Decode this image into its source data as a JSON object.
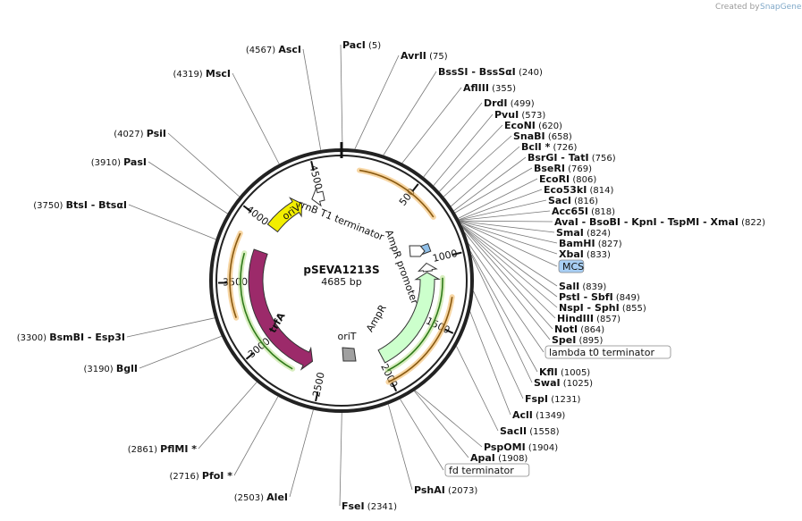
{
  "credit": {
    "text": "Created by",
    "brand": "SnapGene"
  },
  "plasmid": {
    "name": "pSEVA1213S",
    "length_label": "4685 bp",
    "length_bp": 4685
  },
  "ticks": [
    "500",
    "1000",
    "1500",
    "2000",
    "2500",
    "3000",
    "3500",
    "4000",
    "4500"
  ],
  "features": [
    {
      "name": "oriV",
      "label": "oriV",
      "color": "#f2ee00",
      "type": "rep_origin"
    },
    {
      "name": "rrnB T1 terminator",
      "label": "rrnB T1 terminator",
      "color": "#ffffff",
      "type": "terminator"
    },
    {
      "name": "AmpR promoter",
      "label": "AmpR promoter",
      "color": "#ffffff",
      "type": "promoter"
    },
    {
      "name": "AmpR",
      "label": "AmpR",
      "color": "#ccffcc",
      "type": "cds"
    },
    {
      "name": "oriT",
      "label": "oriT",
      "color": "#a0a0a0",
      "type": "oriT"
    },
    {
      "name": "trfA",
      "label": "trfA",
      "color": "#9c2a6a",
      "type": "cds"
    },
    {
      "name": "lac operator",
      "label": "",
      "color": "#8fbfe8",
      "type": "misc"
    }
  ],
  "sites": [
    {
      "name": "PacI",
      "pos": "(5)"
    },
    {
      "name": "AvrII",
      "pos": "(75)"
    },
    {
      "name": "BssSI - BssSαI",
      "pos": "(240)"
    },
    {
      "name": "AflIII",
      "pos": "(355)"
    },
    {
      "name": "DrdI",
      "pos": "(499)"
    },
    {
      "name": "PvuI",
      "pos": "(573)"
    },
    {
      "name": "EcoNI",
      "pos": "(620)"
    },
    {
      "name": "SnaBI",
      "pos": "(658)"
    },
    {
      "name": "BclI *",
      "pos": "(726)"
    },
    {
      "name": "BsrGI - TatI",
      "pos": "(756)"
    },
    {
      "name": "BseRI",
      "pos": "(769)"
    },
    {
      "name": "EcoRI",
      "pos": "(806)"
    },
    {
      "name": "Eco53kI",
      "pos": "(814)"
    },
    {
      "name": "SacI",
      "pos": "(816)"
    },
    {
      "name": "Acc65I",
      "pos": "(818)"
    },
    {
      "name": "AvaI - BsoBI - KpnI - TspMI - XmaI",
      "pos": "(822)"
    },
    {
      "name": "SmaI",
      "pos": "(824)"
    },
    {
      "name": "BamHI",
      "pos": "(827)"
    },
    {
      "name": "XbaI",
      "pos": "(833)"
    },
    {
      "name": "MCS",
      "pos": "",
      "kind": "box",
      "color": "#a8cff5"
    },
    {
      "name": "SalI",
      "pos": "(839)"
    },
    {
      "name": "PstI - SbfI",
      "pos": "(849)"
    },
    {
      "name": "NspI - SphI",
      "pos": "(855)"
    },
    {
      "name": "HindIII",
      "pos": "(857)"
    },
    {
      "name": "NotI",
      "pos": "(864)"
    },
    {
      "name": "SpeI",
      "pos": "(895)"
    },
    {
      "name": "lambda t0 terminator",
      "pos": "",
      "kind": "box"
    },
    {
      "name": "KflI",
      "pos": "(1005)"
    },
    {
      "name": "SwaI",
      "pos": "(1025)"
    },
    {
      "name": "FspI",
      "pos": "(1231)"
    },
    {
      "name": "AclI",
      "pos": "(1349)"
    },
    {
      "name": "SacII",
      "pos": "(1558)"
    },
    {
      "name": "PspOMI",
      "pos": "(1904)"
    },
    {
      "name": "ApaI",
      "pos": "(1908)"
    },
    {
      "name": "fd terminator",
      "pos": "",
      "kind": "box"
    },
    {
      "name": "PshAI",
      "pos": "(2073)"
    },
    {
      "name": "FseI",
      "pos": "(2341)"
    },
    {
      "name": "AleI",
      "pos": "(2503)"
    },
    {
      "name": "PfoI *",
      "pos": "(2716)"
    },
    {
      "name": "PflMI *",
      "pos": "(2861)"
    },
    {
      "name": "BglI",
      "pos": "(3190)"
    },
    {
      "name": "BsmBI - Esp3I",
      "pos": "(3300)"
    },
    {
      "name": "BtsI - BtsαI",
      "pos": "(3750)"
    },
    {
      "name": "PasI",
      "pos": "(3910)"
    },
    {
      "name": "PsiI",
      "pos": "(4027)"
    },
    {
      "name": "MscI",
      "pos": "(4319)"
    },
    {
      "name": "AscI",
      "pos": "(4567)"
    }
  ]
}
